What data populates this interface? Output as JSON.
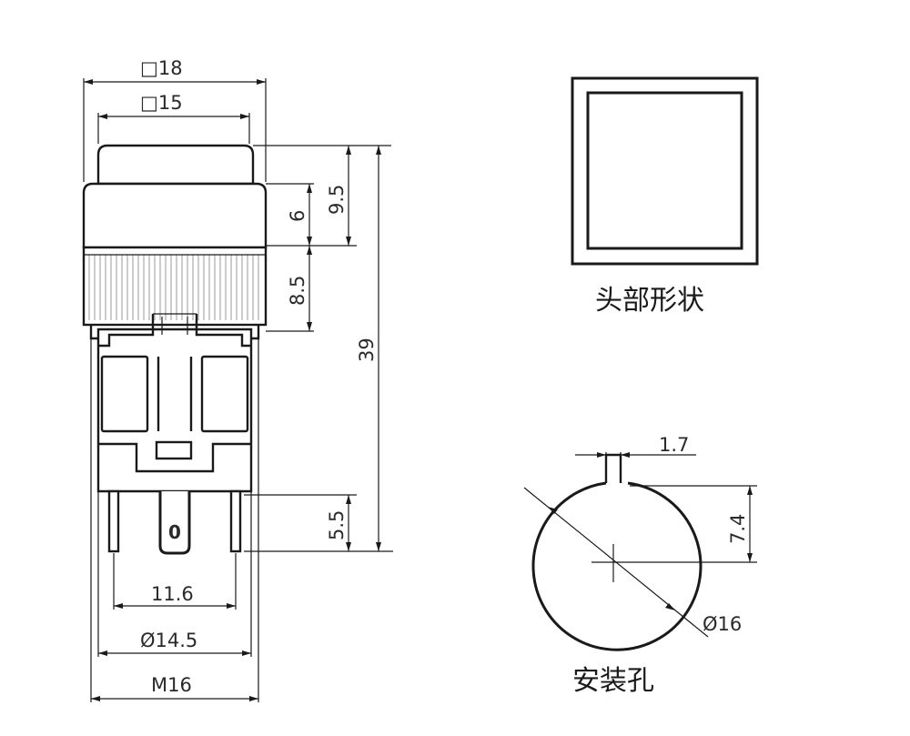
{
  "front_view": {
    "dims": {
      "square_outer": "□18",
      "square_inner": "□15",
      "h_9_5": "9.5",
      "h_6": "6",
      "h_8_5": "8.5",
      "h_39": "39",
      "h_5_5": "5.5",
      "w_11_6": "11.6",
      "w_14_5": "Ø14.5",
      "thread": "M16"
    },
    "terminal_mark": "0"
  },
  "head_shape": {
    "caption": "头部形状"
  },
  "mounting_hole": {
    "caption": "安装孔",
    "dims": {
      "key_width": "1.7",
      "key_depth": "7.4",
      "diameter": "Ø16"
    }
  }
}
